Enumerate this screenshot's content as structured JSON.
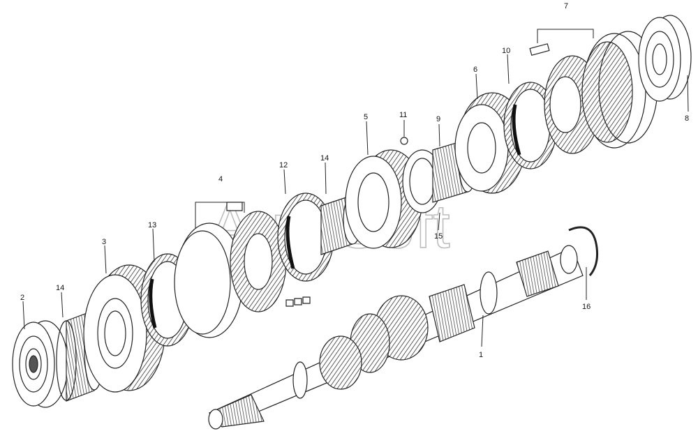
{
  "diagram": {
    "watermark": "AutoSoft",
    "colors": {
      "line": "#222222",
      "fill": "#ffffff",
      "shade": "#555555",
      "watermark": "#bdbdbd"
    },
    "callouts": [
      {
        "id": "c1",
        "label": "1"
      },
      {
        "id": "c2",
        "label": "2"
      },
      {
        "id": "c3",
        "label": "3"
      },
      {
        "id": "c4",
        "label": "4"
      },
      {
        "id": "c5",
        "label": "5"
      },
      {
        "id": "c6",
        "label": "6"
      },
      {
        "id": "c7",
        "label": "7"
      },
      {
        "id": "c8",
        "label": "8"
      },
      {
        "id": "c9",
        "label": "9"
      },
      {
        "id": "c10",
        "label": "10"
      },
      {
        "id": "c11",
        "label": "11"
      },
      {
        "id": "c12",
        "label": "12"
      },
      {
        "id": "c13",
        "label": "13"
      },
      {
        "id": "c14a",
        "label": "14"
      },
      {
        "id": "c14b",
        "label": "14"
      },
      {
        "id": "c15",
        "label": "15"
      },
      {
        "id": "c16",
        "label": "16"
      }
    ]
  }
}
